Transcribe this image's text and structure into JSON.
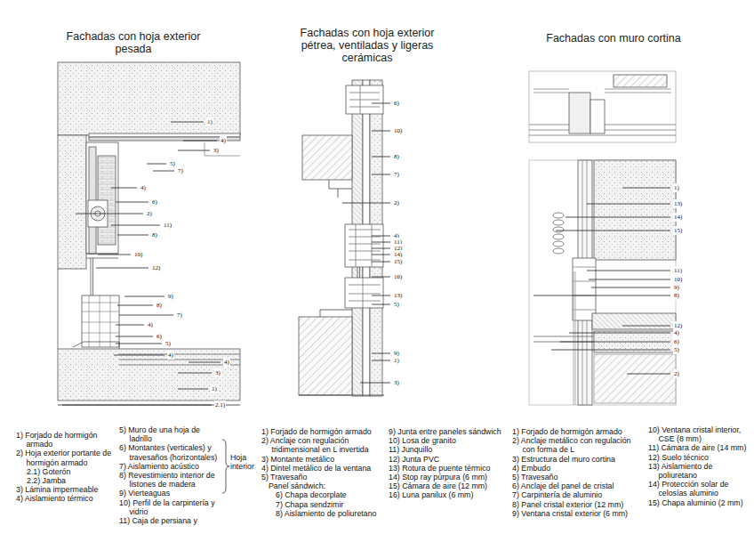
{
  "diagram": {
    "labels": [
      "Fachadas con hoja exterior pesada",
      "Fachadas con hoja exterior pétrea, ventiladas y ligeras cerámicas",
      "Fachadas con muro cortina",
      "1)",
      "4)",
      "3)",
      "5)",
      "7)",
      "4)",
      "6)",
      "2)",
      "11)",
      "8)",
      "10)",
      "12)",
      "9)",
      "8)",
      "7)",
      "4)",
      "6)",
      "5)",
      "4)",
      "4)",
      "3)",
      "1)",
      "2.1)",
      "6)",
      "10)",
      "8)",
      "7)",
      "2)",
      "4)",
      "11)",
      "12)",
      "14)",
      "15)",
      "16)",
      "13)",
      "5)",
      "9)",
      "1)",
      "3)",
      "1)",
      "13)",
      "14)",
      "15)",
      "11)",
      "10)",
      "9)",
      "8)",
      "12)",
      "4)",
      "6)",
      "5)",
      "2)",
      "1) Forjado de hormigón armado",
      "2) Hoja exterior portante de hormigón armado",
      "2.1) Goterón",
      "2.2) Jamba",
      "3) Lámina impermeable",
      "4) Aislamiento térmico",
      "5) Muro de una hoja de ladrillo",
      "6) Montantes (verticales) y travesaños (horizontales)",
      "7) Aislamiento acústico",
      "8) Revestimiento interior de listones de madera",
      "9) Vierteaguas",
      "10) Perfil de la carpintería y vidrio",
      "11) Caja de persiana y",
      "Hoja interior",
      "1) Forjado de hormigón armado",
      "2) Anclaje con regulación tridimensional en L invertida",
      "3) Montante metálico",
      "4) Dintel metálico de la ventana",
      "5) Travesaño",
      "Panel sándwich:",
      "6) Chapa decorplate",
      "7) Chapa sendzimir",
      "8) Aislamiento de poliuretano",
      "9) Junta entre paneles sándwich",
      "10) Losa de granito",
      "11) Junquillo",
      "12) Junta PVC",
      "13) Rotura de puente térmico",
      "14) Stop ray púrpura (6 mm)",
      "15) Cámara de aire (12 mm)",
      "16) Luna panilux (6 mm)",
      "1) Forjado de hormigón armado",
      "2) Anclaje metálico con regulación con forma de L",
      "3) Estructura del muro cortina",
      "4) Embudo",
      "5) Travesaño",
      "6) Anclaje del panel de cristal",
      "7) Carpintería de aluminio",
      "8) Panel cristal exterior (12 mm)",
      "9) Ventana cristal exterior (6 mm)",
      "10) Ventana cristal interior, CSE (8 mm)",
      "11) Cámara de aire (14 mm)",
      "12) Suelo técnico",
      "13) Aislamiento de poliuretano",
      "14) Protección solar de celosías aluminio",
      "15) Chapa aluminio (2 mm)"
    ]
  }
}
